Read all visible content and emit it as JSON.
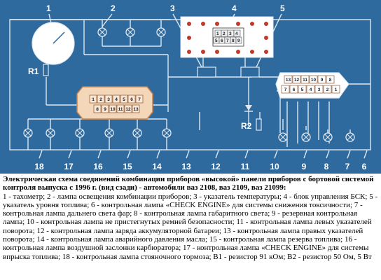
{
  "diagram": {
    "top_numbers": [
      "1",
      "2",
      "3",
      "4",
      "5"
    ],
    "bottom_numbers": [
      "18",
      "17",
      "16",
      "15",
      "14",
      "13",
      "12",
      "11",
      "10",
      "9",
      "8",
      "7",
      "6"
    ],
    "resistors": [
      "R1",
      "R2"
    ],
    "block_left_row1": [
      "1",
      "2",
      "3",
      "4",
      "5",
      "6",
      "7"
    ],
    "block_left_row2": [
      "8",
      "9",
      "10",
      "11",
      "12",
      "13"
    ],
    "block_right_row1": [
      "13",
      "12",
      "11",
      "10",
      "9",
      "8"
    ],
    "block_right_row2": [
      "7",
      "6",
      "5",
      "4",
      "3",
      "2",
      "1"
    ],
    "block_top_row1": [
      "1",
      "2",
      "3",
      "4"
    ],
    "block_top_row2": [
      "5",
      "6",
      "7",
      "8",
      "9"
    ]
  },
  "caption": {
    "title": "Электрическая схема соединений комбинации приборов «высокой» панели приборов с бортовой системой контроля выпуска с 1996 г. (вид сзади) - автомобили ваз 2108, ваз 2109, ваз 21099:",
    "body": "1 - тахометр; 2 - лампа освещения комбинации приборов; 3 - указатель температуры; 4 - блок управления БСК; 5 - указатель уровня топлива; 6 - контрольная лампа «CHECK ENGINE» для системы снижения токсичности; 7 - контрольная лампа дальнего света фар; 8 - контрольная лампа габаритного света; 9 - резервная контрольная лампа; 10 - контрольная лампа не пристегнутых ремней безопасности; 11 - контрольная лампа левых указателей поворота; 12 - контрольная лампа заряда аккумуляторной батареи; 13 - контрольная лампа правых указателей поворота; 14 - контрольная лампа аварийного давления масла; 15 - контрольная лампа резерва топлива; 16 - контрольная лампа воздушной заслонки карбюратора; 17 - контрольная лампа «CHECK ENGINE» для системы впрыска топлива; 18 - контрольная лампа стояночного тормоза; В1 - резистор 91 кОм; В2 - резистор 50 Ом, 5 Вт"
  }
}
